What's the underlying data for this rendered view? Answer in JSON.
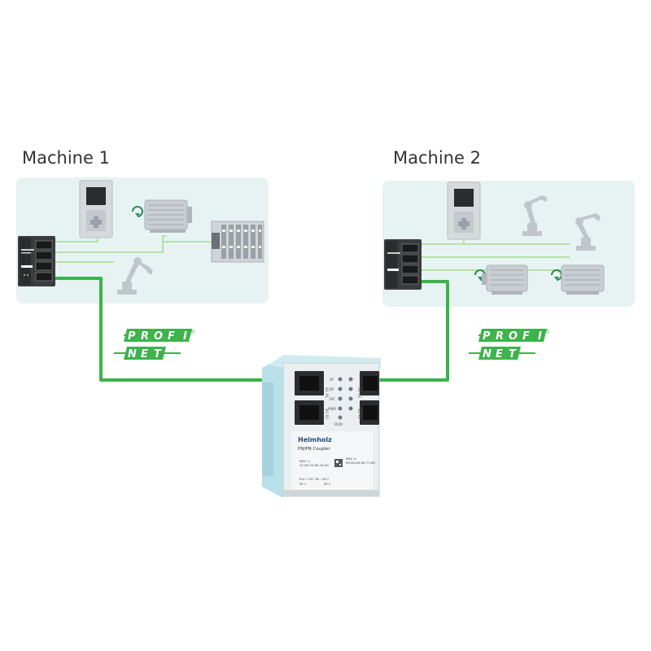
{
  "machine1": {
    "title": "Machine 1"
  },
  "machine2": {
    "title": "Machine 2"
  },
  "profinet_logo": {
    "top": [
      "P",
      "R",
      "O",
      "F",
      "I"
    ],
    "bottom": [
      "N",
      "E",
      "T"
    ],
    "reg": "®"
  },
  "coupler": {
    "brand": "Helmholz",
    "product": "PN/PN Coupler",
    "mac1_label": "MAC 1:",
    "mac1_value": "22-89-33-80-44-63",
    "mac2_label": "MAC 2:",
    "mac2_value": "69-80-89-69-77-60",
    "power": "Ext. Y DC 18...28 V",
    "ps1": "PS 1",
    "ps2": "PS 2",
    "leds": [
      "SF",
      "BF",
      "MC",
      "PWR"
    ],
    "run_label": "RUN",
    "port_x1p1": "X1 P1",
    "port_x1p2": "X1 P2",
    "port_x2p1": "X2 P1",
    "port_x2p2": "X2 P2"
  },
  "colors": {
    "link": "#3cb34a",
    "panel": "#e6f3f2",
    "device_gray": "#c9ced3"
  }
}
